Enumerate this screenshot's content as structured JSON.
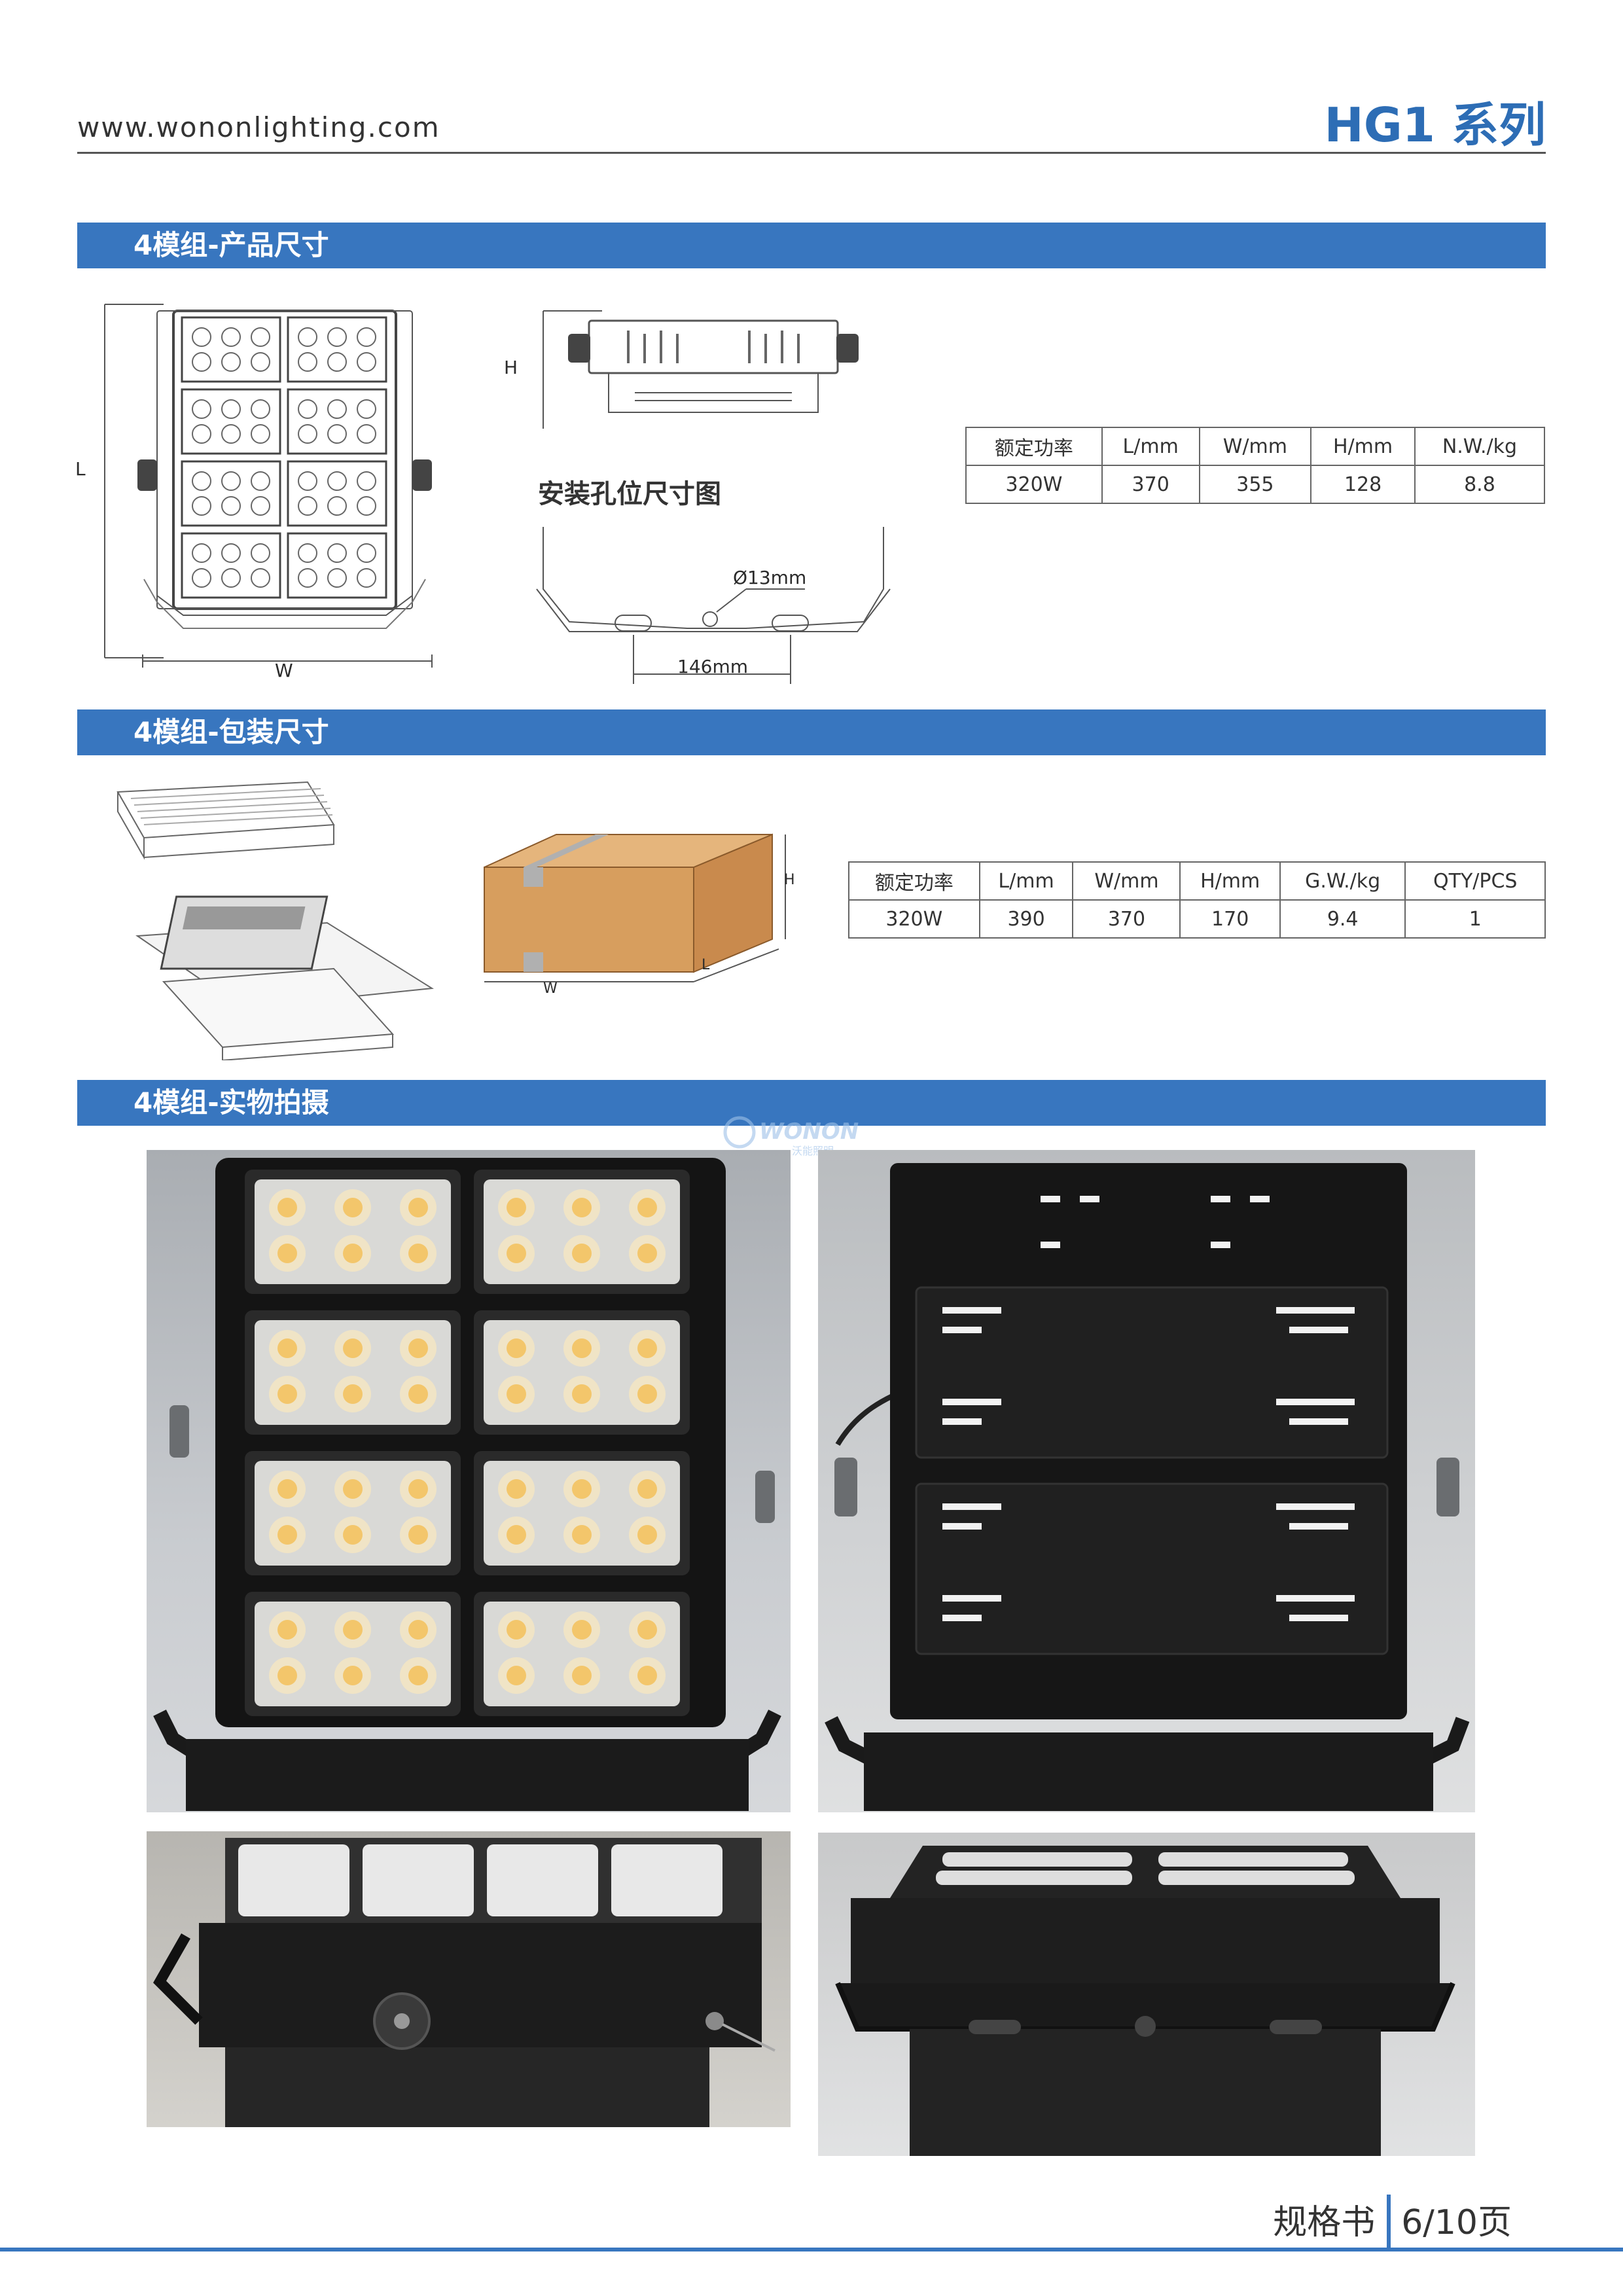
{
  "header": {
    "url": "www.wononlighting.com",
    "series": "HG1 系列"
  },
  "sections": {
    "dimensions": "4模组-产品尺寸",
    "packaging": "4模组-包装尺寸",
    "photos": "4模组-实物拍摄"
  },
  "drawing": {
    "label_l": "L",
    "label_w": "W",
    "label_h": "H",
    "mounting_title": "安装孔位尺寸图",
    "hole_dia": "Ø13mm",
    "hole_spacing": "146mm",
    "box_h": "H",
    "box_w": "W",
    "box_l": "L"
  },
  "product_table": {
    "headers": [
      "额定功率",
      "L/mm",
      "W/mm",
      "H/mm",
      "N.W./kg"
    ],
    "row": [
      "320W",
      "370",
      "355",
      "128",
      "8.8"
    ]
  },
  "package_table": {
    "headers": [
      "额定功率",
      "L/mm",
      "W/mm",
      "H/mm",
      "G.W./kg",
      "QTY/PCS"
    ],
    "row": [
      "320W",
      "390",
      "370",
      "170",
      "9.4",
      "1"
    ]
  },
  "watermark": {
    "brand": "WONON",
    "sub": "沃能照明"
  },
  "footer": {
    "label": "规格书",
    "page": "6/10页"
  }
}
